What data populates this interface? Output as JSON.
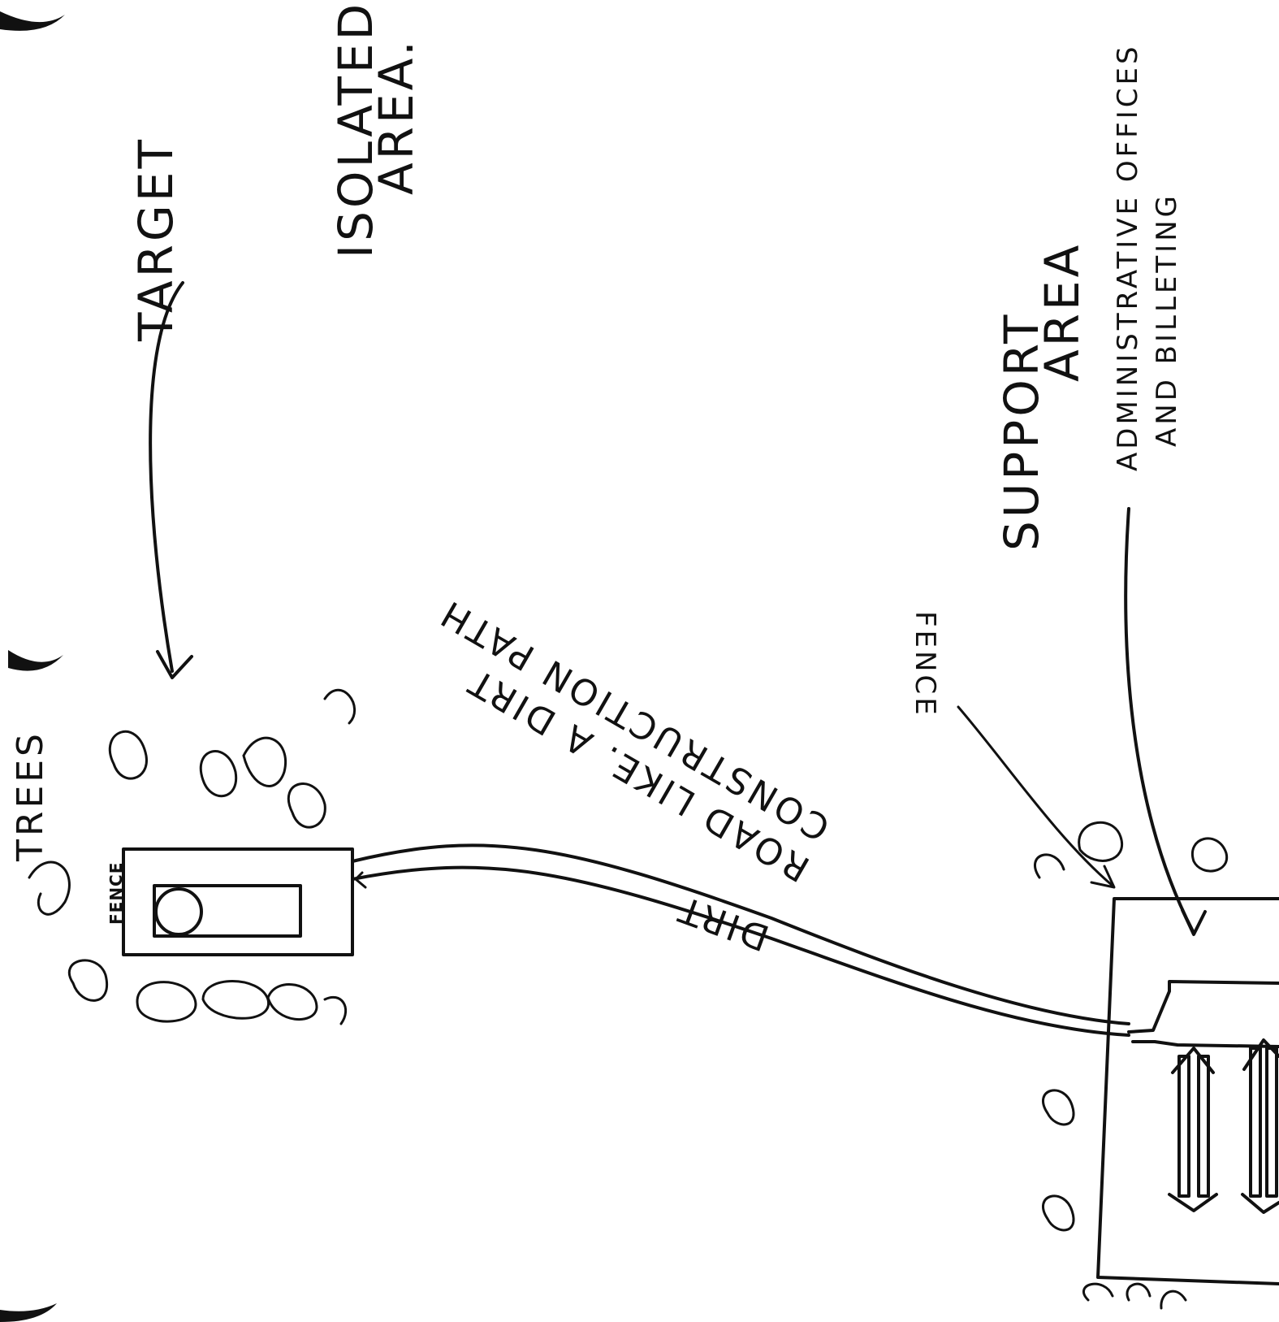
{
  "labels": {
    "target": "TARGET",
    "isolated_line1": "ISOLATED",
    "isolated_line2": "AREA.",
    "support_line1": "SUPPORT",
    "support_line2": "AREA",
    "admin_line1": "ADMINISTRATIVE OFFICES",
    "admin_line2": "AND BILLETING",
    "fence_top": "FENCE",
    "fence_small": "FENCE",
    "trees": "TREES",
    "road_line1": "ROAD LIKE. A DIRT",
    "road_line2": "CONSTRUCTION PATH",
    "dirt": "DIRT"
  },
  "colors": {
    "ink": "#111111",
    "paper": "#ffffff"
  }
}
